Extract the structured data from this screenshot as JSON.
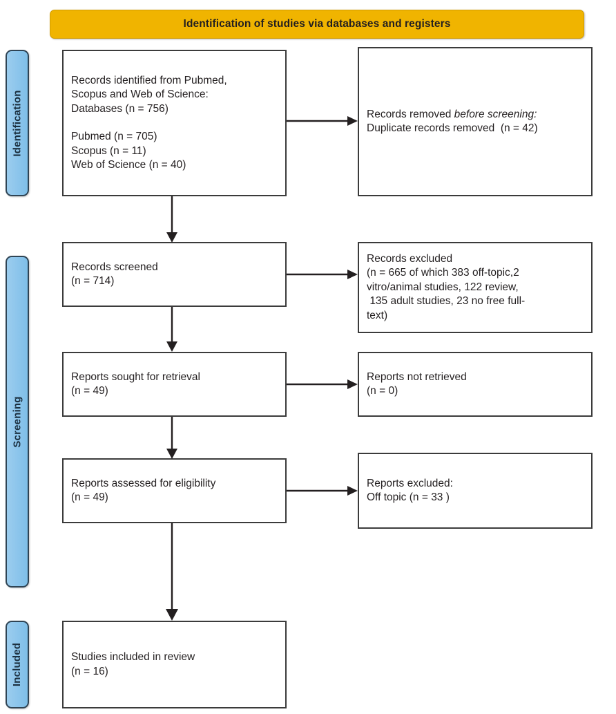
{
  "diagram": {
    "title": "Identification of studies via databases and registers",
    "colors": {
      "banner_fill": "#f0b400",
      "banner_border": "#d19b00",
      "tab_fill": "#8ec6ec",
      "tab_border": "#2f4454",
      "box_border": "#3b3b3b",
      "text": "#231f20"
    }
  },
  "phases": [
    {
      "id": "identification",
      "label": "Identification"
    },
    {
      "id": "screening",
      "label": "Screening"
    },
    {
      "id": "included",
      "label": "Included"
    }
  ],
  "boxes": {
    "records_identified": {
      "lines": [
        "Records identified from Pubmed,",
        "Scopus and Web of Science:",
        "Databases (n = 756)",
        "",
        "Pubmed (n = 705)",
        "Scopus (n = 11)",
        "Web of Science (n = 40)"
      ]
    },
    "records_removed": {
      "lines_html": [
        "Records removed <em>before screening:</em>",
        "Duplicate records removed  (n = 42)"
      ]
    },
    "records_screened": {
      "lines": [
        "Records screened",
        "(n = 714)"
      ]
    },
    "records_excluded": {
      "lines": [
        "Records excluded",
        "(n = 665 of which 383 off-topic,2",
        "vitro/animal studies, 122 review,",
        " 135 adult studies, 23 no free full-",
        "text)"
      ]
    },
    "reports_sought": {
      "lines": [
        "Reports sought for retrieval",
        "(n = 49)"
      ]
    },
    "reports_not_retrieved": {
      "lines": [
        "Reports not retrieved",
        "(n = 0)"
      ]
    },
    "reports_assessed": {
      "lines": [
        "Reports assessed for eligibility",
        "(n = 49)"
      ]
    },
    "reports_excluded": {
      "lines": [
        "Reports excluded:",
        "Off topic (n = 33 )"
      ]
    },
    "studies_included": {
      "lines": [
        "Studies included in review",
        "(n = 16)"
      ]
    }
  },
  "connectors": [
    {
      "id": "identified-to-removed",
      "direction": "right"
    },
    {
      "id": "identified-to-screened",
      "direction": "down"
    },
    {
      "id": "screened-to-excluded",
      "direction": "right"
    },
    {
      "id": "screened-to-sought",
      "direction": "down"
    },
    {
      "id": "sought-to-not-retrieved",
      "direction": "right"
    },
    {
      "id": "sought-to-assessed",
      "direction": "down"
    },
    {
      "id": "assessed-to-excluded",
      "direction": "right"
    },
    {
      "id": "assessed-to-included",
      "direction": "down"
    }
  ]
}
